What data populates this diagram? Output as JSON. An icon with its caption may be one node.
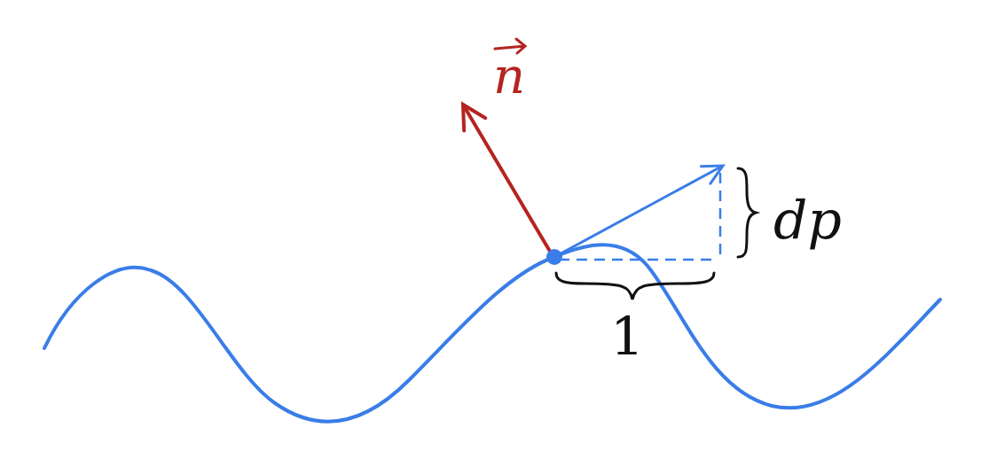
{
  "diagram": {
    "labels": [
      "n",
      "dp",
      "1"
    ]
  }
}
